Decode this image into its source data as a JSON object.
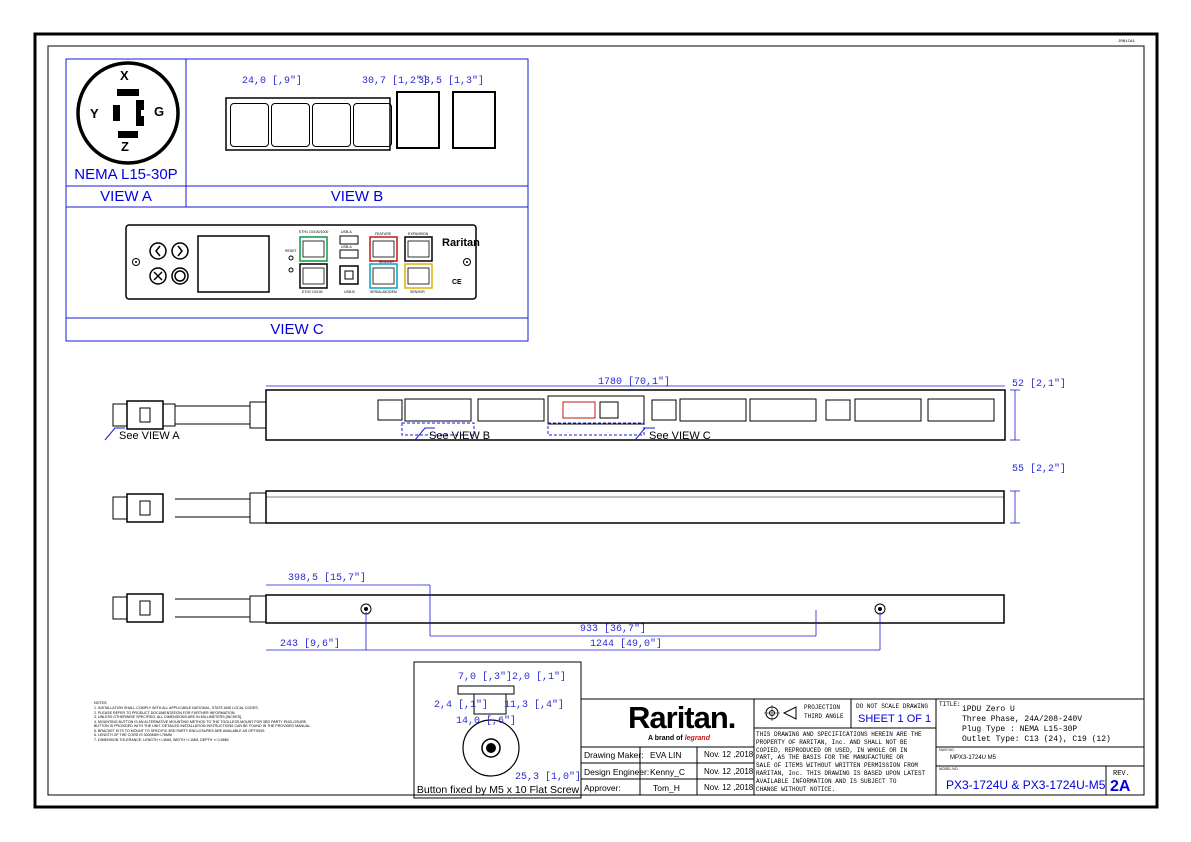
{
  "sheet_code": "JRN1CA1",
  "view_a": {
    "plug_letters": [
      "X",
      "Y",
      "G",
      "Z"
    ],
    "plug_name": "NEMA L15-30P",
    "label": "VIEW A"
  },
  "view_b": {
    "label": "VIEW B",
    "dims": [
      "24,0 [,9\"]",
      "30,7 [1,2\"]",
      "33,5 [1,3\"]"
    ]
  },
  "view_c": {
    "label": "VIEW C",
    "port_labels": [
      "ETH1 10/100/1000",
      "USB-A",
      "FEATURE",
      "EXPANSION",
      "RESET",
      "USB-A",
      "ETH2 10/100",
      "USB-B",
      "SENSOR",
      "SENSOR",
      "SERIAL/MODEM"
    ],
    "brand": "Raritan"
  },
  "front_view": {
    "dims": [
      "1780 [70,1\"]",
      "52 [2,1\"]"
    ],
    "callouts": [
      "See VIEW A",
      "See VIEW B",
      "See VIEW C"
    ]
  },
  "side_view": {
    "dims": [
      "55 [2,2\"]"
    ]
  },
  "back_view": {
    "dims": [
      "398,5 [15,7\"]",
      "933 [36,7\"]",
      "243 [9,6\"]",
      "1244 [49,0\"]"
    ]
  },
  "button_detail": {
    "dims": [
      "7,0 [,3\"]",
      "2,0 [,1\"]",
      "2,4 [,1\"]",
      "11,3 [,4\"]",
      "14,0 [,6\"]",
      "25,3 [1,0\"]"
    ],
    "caption": "Button fixed by M5 x 10 Flat Screw"
  },
  "notes": {
    "title": "NOTES:",
    "lines": [
      "1. INSTALLATION SHALL COMPLY WITH ALL APPLICABLE NATIONAL, STATE AND LOCAL CODES.",
      "2. PLEASE REFER TO PRODUCT DOCUMENTATION FOR FURTHER INFORMATION.",
      "3. UNLESS OTHERWISE SPECIFIED, ALL DIMENSIONS ARE IN MILLIMETERS [INCHES].",
      "4. MOUNTING BUTTON IS AN ALTERNATIVE MOUNTING METHOD TO THE TOOLLESS MOUNT FOR 3RD PARTY ENCLOSURE.",
      "   BUTTON IS PROVIDED WITH THE UNIT. DETAILED INSTALLATION INSTRUCTIONS CAN BE FOUND IN THE PROVIDED MANUAL.",
      "5. BRACKET KITS TO MOUNT TO SPECIFIC 3RD PARTY ENCLOSURES ARE AVAILABLE AS OPTIONS.",
      "6. LENGTH OF THE CORD IS 3000MM+/-76MM",
      "7. DIMENSION TOLERANCE: LENGTH +/-3MM, WIDTH +/-1MM, DEPTH +/-0,5MM"
    ]
  },
  "title_block": {
    "company": "Raritan.",
    "tagline": "A brand of",
    "tagline_brand": "legrand",
    "rows": [
      {
        "role": "Drawing Maker:",
        "name": "EVA LIN",
        "date": "Nov. 12 ,2018"
      },
      {
        "role": "Design Engineer:",
        "name": "Kenny_C",
        "date": "Nov. 12 ,2018"
      },
      {
        "role": "Approver:",
        "name": "Tom_H",
        "date": "Nov. 12 ,2018"
      }
    ],
    "projection": "PROJECTION",
    "projection_angle": "THIRD ANGLE",
    "do_not_scale": "DO NOT SCALE DRAWING",
    "sheet": "SHEET 1 OF 1",
    "disclaimer": [
      "THIS DRAWING AND SPECIFICATIONS HEREIN ARE THE",
      "PROPERTY OF RARITAN, Inc. AND SHALL NOT BE",
      "COPIED, REPRODUCED OR USED, IN WHOLE OR IN",
      "PART, AS THE BASIS FOR THE MANUFACTURE OR",
      "SALE OF ITEMS WITHOUT WRITTEN PERMISSION FROM",
      "RARITAN, Inc. THIS DRAWING IS BASED UPON LATEST",
      "AVAILABLE INFORMATION AND IS SUBJECT TO",
      "CHANGE WITHOUT NOTICE."
    ],
    "title_label": "TITLE:",
    "title_lines": [
      "iPDU Zero U",
      "Three Phase, 24A/208-240V",
      "Plug Type : NEMA L15-30P",
      "Outlet Type: C13 (24), C19 (12)"
    ],
    "dwg_no_label": "DWG NO.",
    "dwg_no": "MPX3-1724U M5",
    "model_label": "MODEL NO.",
    "model": "PX3-1724U & PX3-1724U-M5",
    "rev_label": "REV.",
    "rev": "2A"
  }
}
